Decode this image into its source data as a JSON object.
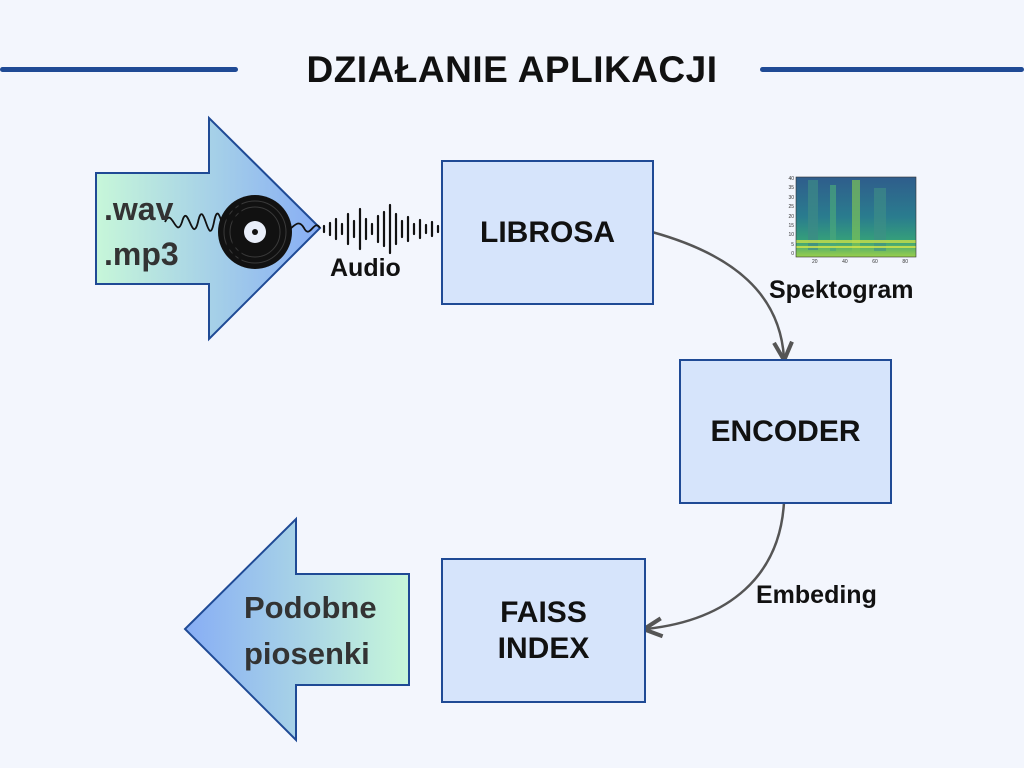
{
  "title": "DZIAŁANIE APLIKACJI",
  "colors": {
    "background": "#f3f6fd",
    "box_fill": "#d6e4fb",
    "box_border": "#1f4a95",
    "rule": "#1f4a95",
    "connector": "#555555",
    "arrow_gradient_green": "#c7f7d9",
    "arrow_gradient_blue": "#87adf5"
  },
  "input_arrow": {
    "lines": [
      ".wav",
      ".mp3"
    ],
    "icon": "vinyl-record-icon"
  },
  "audio": {
    "label": "Audio",
    "icon": "sound-wave-icon"
  },
  "boxes": {
    "librosa": "LIBROSA",
    "encoder": "ENCODER",
    "faiss_line1": "FAISS",
    "faiss_line2": "INDEX"
  },
  "spectrogram": {
    "label": "Spektogram",
    "icon": "spectrogram-thumbnail",
    "y_ticks": [
      "40",
      "35",
      "30",
      "25",
      "20",
      "15",
      "10",
      "5",
      "0"
    ],
    "x_ticks": [
      "20",
      "40",
      "60",
      "80"
    ]
  },
  "embedding_label": "Embeding",
  "output_arrow": {
    "lines": [
      "Podobne",
      "piosenki"
    ]
  }
}
